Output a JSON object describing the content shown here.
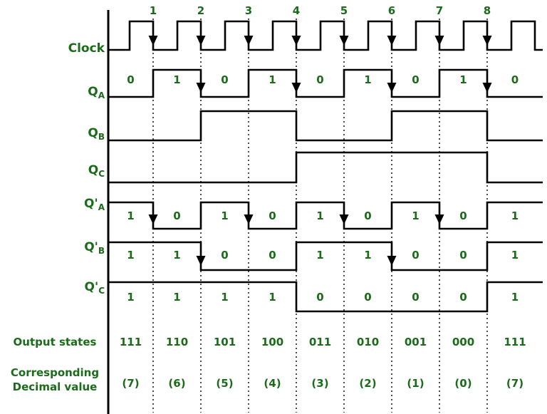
{
  "colors": {
    "green": "#1b6b1b",
    "line": "#000000"
  },
  "pulse_numbers": [
    "1",
    "2",
    "3",
    "4",
    "5",
    "6",
    "7",
    "8"
  ],
  "signals": [
    {
      "id": "clock",
      "base": "Clock",
      "sub": "",
      "type": "clock",
      "arrows": [
        1,
        2,
        3,
        4,
        5,
        6,
        7,
        8
      ]
    },
    {
      "id": "qa",
      "base": "Q",
      "sub": "A",
      "levels": [
        0,
        1,
        0,
        1,
        0,
        1,
        0,
        1,
        0
      ],
      "values": [
        "0",
        "1",
        "0",
        "1",
        "0",
        "1",
        "0",
        "1",
        "0"
      ],
      "arrows": [
        2,
        4,
        6,
        8
      ]
    },
    {
      "id": "qb",
      "base": "Q",
      "sub": "B",
      "levels": [
        0,
        0,
        1,
        1,
        0,
        0,
        1,
        1,
        0
      ],
      "values": [],
      "arrows": []
    },
    {
      "id": "qc",
      "base": "Q",
      "sub": "C",
      "levels": [
        0,
        0,
        0,
        0,
        1,
        1,
        1,
        1,
        0
      ],
      "values": [],
      "arrows": []
    },
    {
      "id": "qa_bar",
      "base": "Q'",
      "sub": "A",
      "levels": [
        1,
        0,
        1,
        0,
        1,
        0,
        1,
        0,
        1
      ],
      "values": [
        "1",
        "0",
        "1",
        "0",
        "1",
        "0",
        "1",
        "0",
        "1"
      ],
      "arrows": [
        1,
        3,
        5,
        7
      ]
    },
    {
      "id": "qb_bar",
      "base": "Q'",
      "sub": "B",
      "levels": [
        1,
        1,
        0,
        0,
        1,
        1,
        0,
        0,
        1
      ],
      "values": [
        "1",
        "1",
        "0",
        "0",
        "1",
        "1",
        "0",
        "0",
        "1"
      ],
      "arrows": [
        2,
        6
      ]
    },
    {
      "id": "qc_bar",
      "base": "Q'",
      "sub": "C",
      "levels": [
        1,
        1,
        1,
        1,
        0,
        0,
        0,
        0,
        1
      ],
      "values": [
        "1",
        "1",
        "1",
        "1",
        "0",
        "0",
        "0",
        "0",
        "1"
      ],
      "arrows": []
    }
  ],
  "output_states": {
    "label": "Output states",
    "values": [
      "111",
      "110",
      "101",
      "100",
      "011",
      "010",
      "001",
      "000",
      "111"
    ]
  },
  "decimal": {
    "label": "Corresponding Decimal value",
    "values": [
      "(7)",
      "(6)",
      "(5)",
      "(4)",
      "(3)",
      "(2)",
      "(1)",
      "(0)",
      "(7)"
    ]
  }
}
